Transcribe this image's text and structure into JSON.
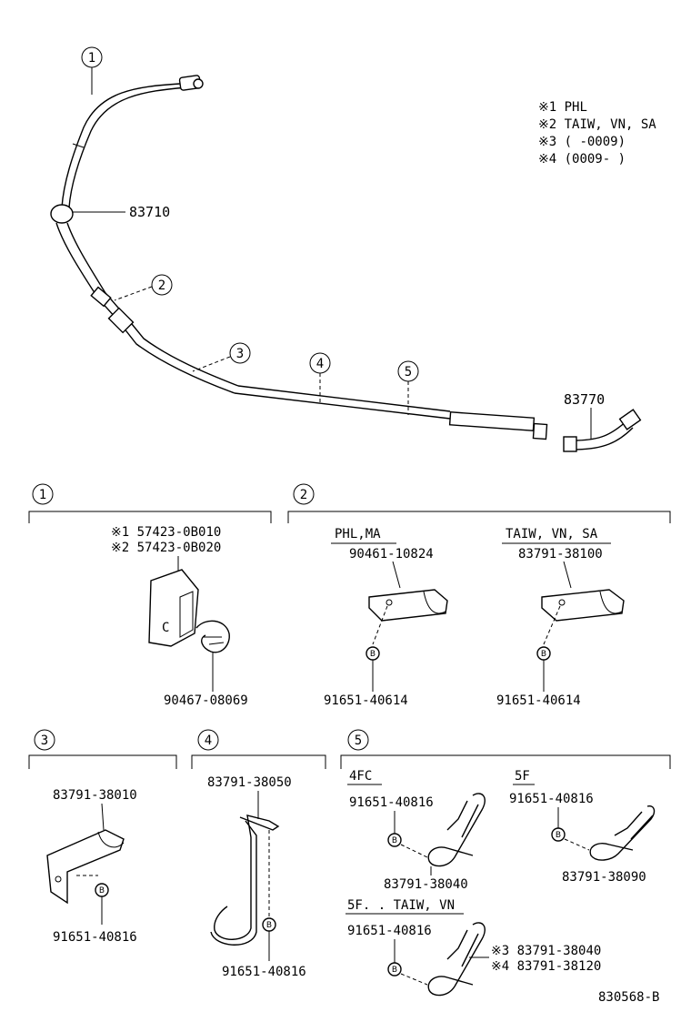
{
  "legend": [
    "※1 PHL",
    "※2 TAIW, VN, SA",
    "※3 (       -0009)",
    "※4 (0009-       )"
  ],
  "overview": {
    "callouts": [
      "1",
      "2",
      "3",
      "4",
      "5"
    ],
    "part_83710": "83710",
    "part_83770": "83770"
  },
  "section1": {
    "badge": "1",
    "label1": "※1 57423-0B010",
    "label2": "※2 57423-0B020",
    "bottom": "90467-08069"
  },
  "section2": {
    "badge": "2",
    "left_heading": "PHL,MA",
    "left_part": "90461-10824",
    "left_bolt": "91651-40614",
    "right_heading": "TAIW, VN, SA",
    "right_part": "83791-38100",
    "right_bolt": "91651-40614"
  },
  "section3": {
    "badge": "3",
    "part": "83791-38010",
    "bolt": "91651-40816"
  },
  "section4": {
    "badge": "4",
    "part": "83791-38050",
    "bolt": "91651-40816"
  },
  "section5": {
    "badge": "5",
    "h1": "4FC",
    "h1_bolt": "91651-40816",
    "h1_part": "83791-38040",
    "h2": "5F",
    "h2_bolt": "91651-40816",
    "h2_part": "83791-38090",
    "h3": "5F. . TAIW, VN",
    "h3_bolt": "91651-40816",
    "h3_part1": "※3 83791-38040",
    "h3_part2": "※4 83791-38120"
  },
  "bolt_marker": "B",
  "drawing_id": "830568-B"
}
